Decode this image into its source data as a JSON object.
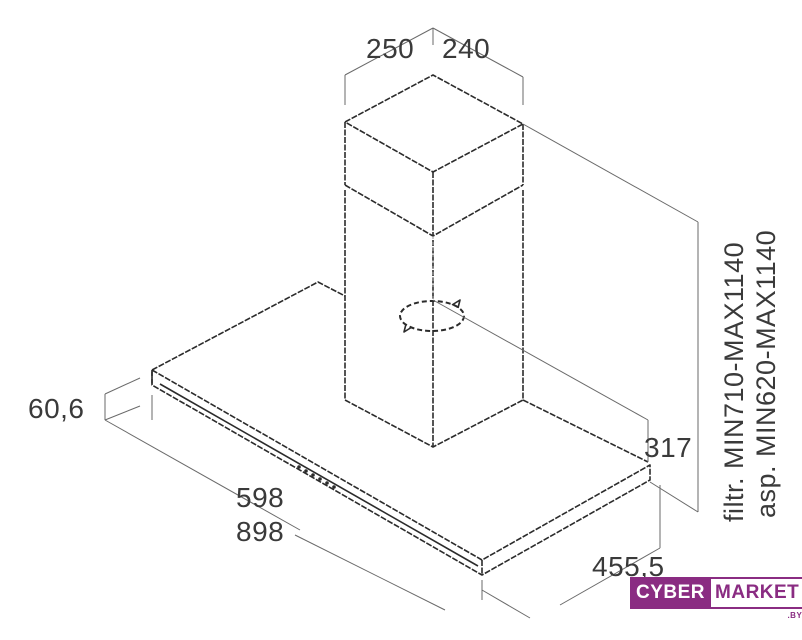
{
  "dimensions": {
    "top_left": "250",
    "top_right": "240",
    "glass_thickness": "60,6",
    "inner_width": "598",
    "total_width": "898",
    "side_height": "317",
    "depth": "455,5",
    "filter_range": "filtr. MIN710-MAX1140",
    "aspiration_range": "asp. MIN620-MAX1140"
  },
  "logo": {
    "part1": "CYBER",
    "part2": "MARKET",
    "tld": ".BY",
    "colors": {
      "brand": "#8a2c82"
    }
  }
}
